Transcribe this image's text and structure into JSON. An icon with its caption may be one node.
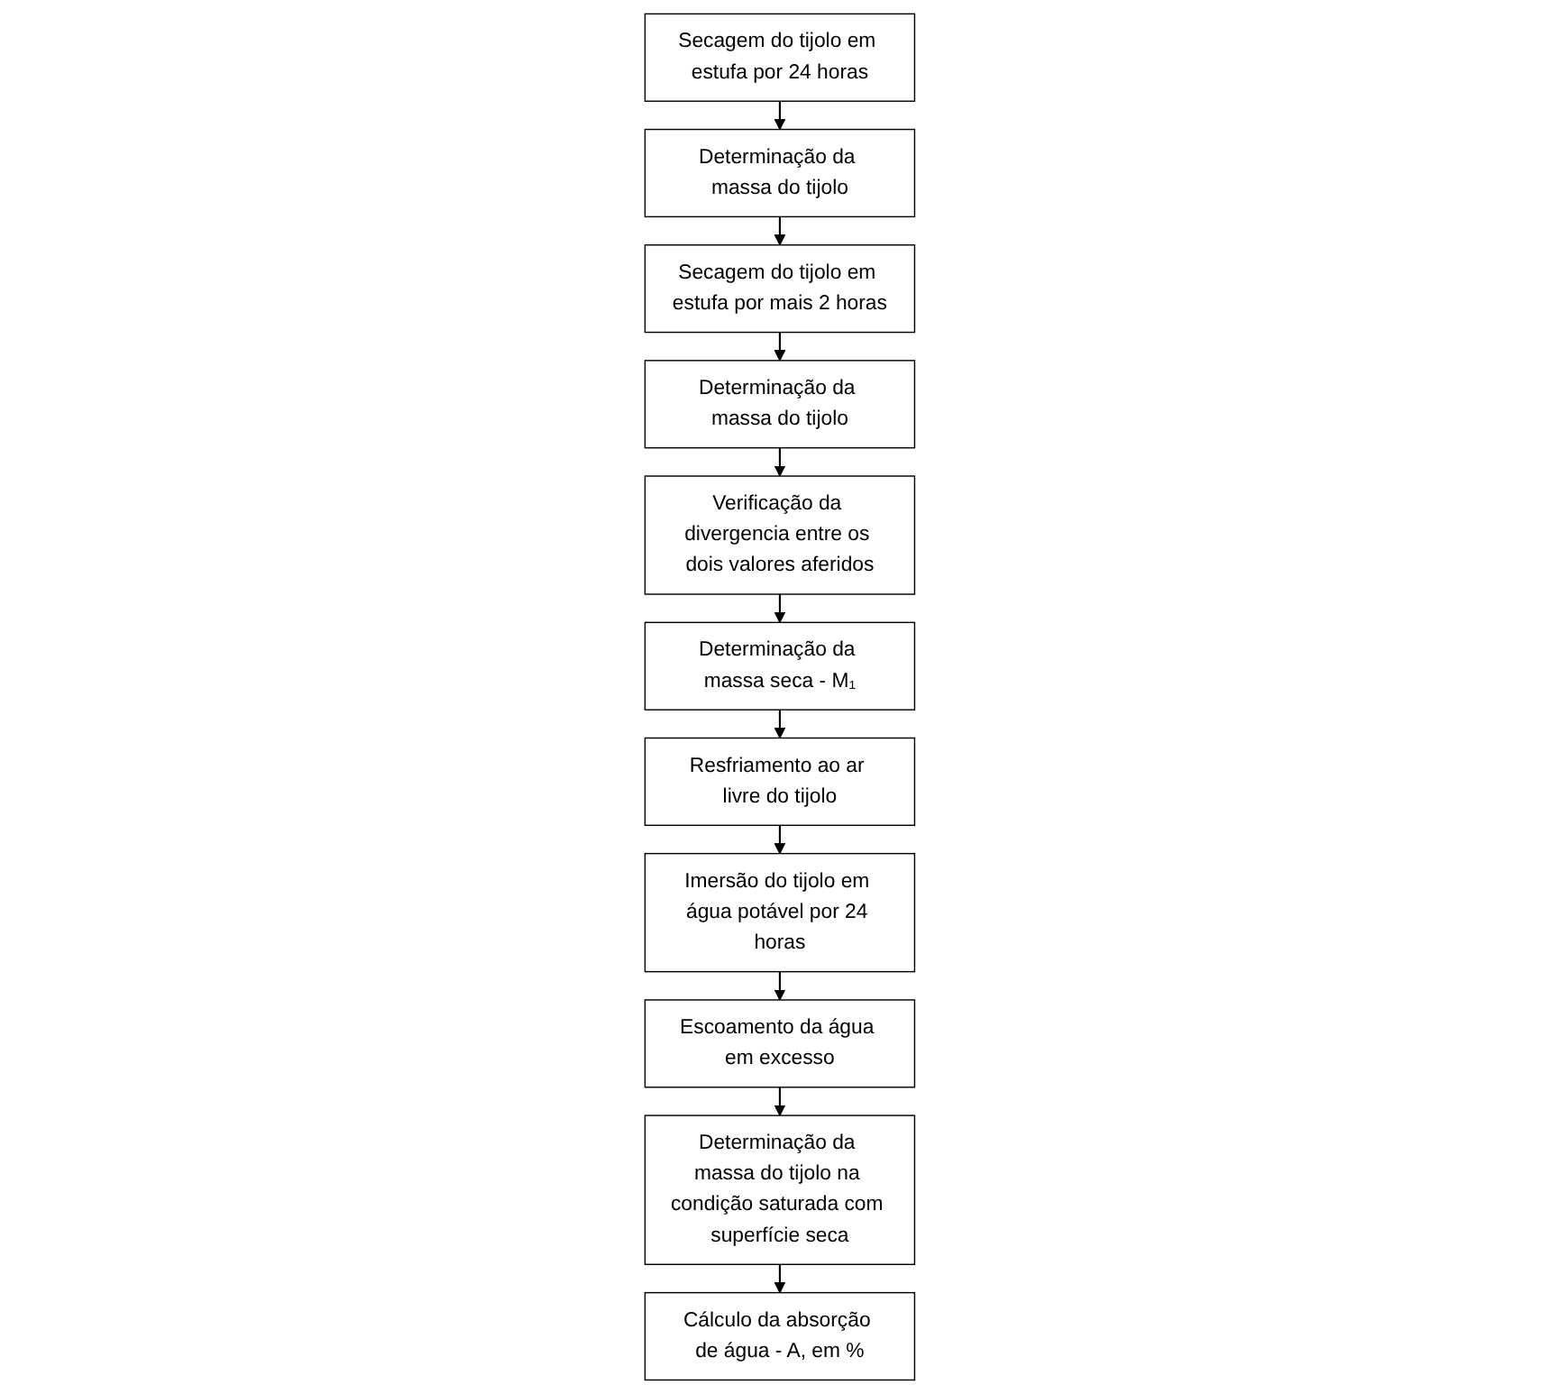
{
  "diagram": {
    "nodes": [
      {
        "text": [
          "Secagem do tijolo em estufa por 24 horas"
        ]
      },
      {
        "text": [
          "Determinação da massa do tijolo"
        ]
      },
      {
        "text": [
          "Secagem do tijolo em estufa por mais 2 horas"
        ]
      },
      {
        "text": [
          "Determinação da massa do tijolo"
        ]
      },
      {
        "text": [
          "Verificação da divergencia entre os dois valores aferidos"
        ]
      },
      {
        "text": [
          "Determinação da massa seca - M₁"
        ]
      },
      {
        "text": [
          "Resfriamento ao ar livre do tijolo"
        ]
      },
      {
        "text": [
          "Imersão do tijolo em água potável por 24 horas"
        ]
      },
      {
        "text": [
          "Escoamento da água em excesso"
        ]
      },
      {
        "text": [
          "Determinação da massa do tijolo na condição saturada com superfície seca"
        ]
      },
      {
        "text": [
          "Cálculo da absorção de água - A, em %"
        ]
      }
    ],
    "edges": [
      {
        "from": 0,
        "to": 1,
        "arrow": "to"
      },
      {
        "from": 1,
        "to": 2,
        "arrow": "to"
      },
      {
        "from": 2,
        "to": 3,
        "arrow": "to"
      },
      {
        "from": 3,
        "to": 4,
        "arrow": "to"
      },
      {
        "from": 4,
        "to": 5,
        "arrow": "to"
      },
      {
        "from": 5,
        "to": 6,
        "arrow": "to"
      },
      {
        "from": 6,
        "to": 7,
        "arrow": "to"
      },
      {
        "from": 7,
        "to": 8,
        "arrow": "to"
      },
      {
        "from": 8,
        "to": 9,
        "arrow": "to"
      },
      {
        "from": 9,
        "to": 10,
        "arrow": "to"
      }
    ]
  }
}
